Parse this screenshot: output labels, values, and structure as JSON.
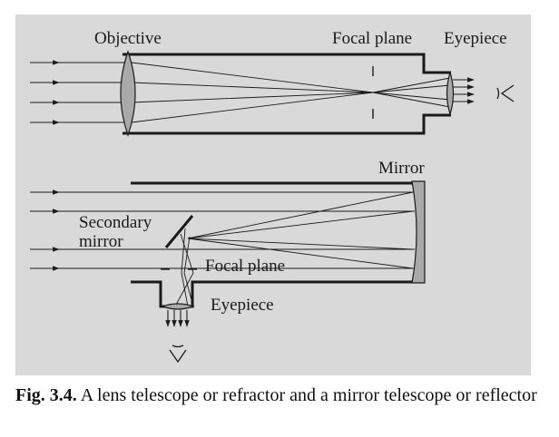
{
  "refractor": {
    "objective_label": "Objective",
    "focal_plane_label": "Focal plane",
    "eyepiece_label": "Eyepiece"
  },
  "reflector": {
    "mirror_label": "Mirror",
    "secondary_label_line1": "Secondary",
    "secondary_label_line2": "mirror",
    "focal_plane_label": "Focal plane",
    "eyepiece_label": "Eyepiece"
  },
  "caption": {
    "fig_number": "Fig. 3.4.",
    "text": "A lens telescope or refractor and a mirror telescope or reflector"
  },
  "colors": {
    "panel_background": "#d9d9d9",
    "line": "#1a1a1a",
    "lens_fill": "#a9a9a9"
  }
}
